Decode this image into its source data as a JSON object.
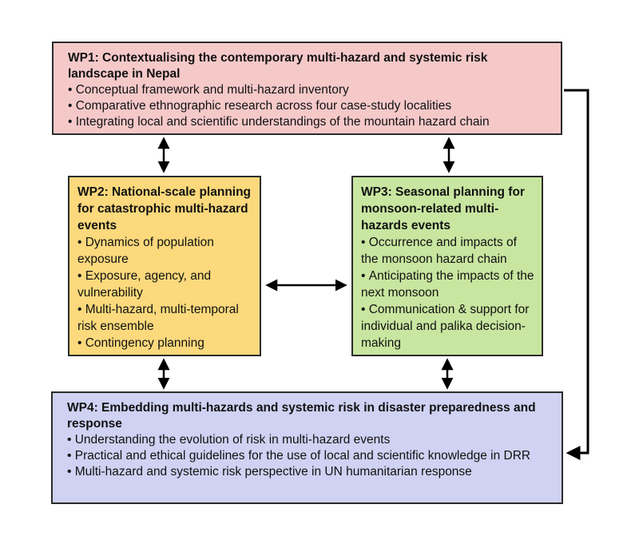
{
  "wp1": {
    "title": "WP1: Contextualising the contemporary multi-hazard and systemic risk landscape in Nepal",
    "items": [
      "Conceptual framework and multi-hazard inventory",
      "Comparative ethnographic research across four case-study localities",
      "Integrating local and scientific understandings of the mountain hazard chain"
    ]
  },
  "wp2": {
    "title": "WP2: National-scale planning for catastrophic multi-hazard events",
    "items": [
      "Dynamics of population exposure",
      "Exposure, agency, and vulnerability",
      "Multi-hazard, multi-temporal risk ensemble",
      "Contingency planning"
    ]
  },
  "wp3": {
    "title": "WP3: Seasonal planning for monsoon-related multi-hazards events",
    "items": [
      "Occurrence and impacts of the monsoon hazard chain",
      "Anticipating the impacts of the next monsoon",
      "Communication & support for individual and palika decision-making"
    ]
  },
  "wp4": {
    "title": "WP4: Embedding multi-hazards and systemic risk in disaster preparedness and response",
    "items": [
      "Understanding the evolution of risk in multi-hazard events",
      "Practical and ethical guidelines for the use of local and scientific knowledge in DRR",
      "Multi-hazard and systemic risk perspective in UN humanitarian response"
    ]
  },
  "colors": {
    "wp1": "#f6c9c9",
    "wp2": "#fbd97c",
    "wp3": "#c8e6a0",
    "wp4": "#cfd2f2",
    "border": "#2b2b2b",
    "arrow": "#000000"
  }
}
